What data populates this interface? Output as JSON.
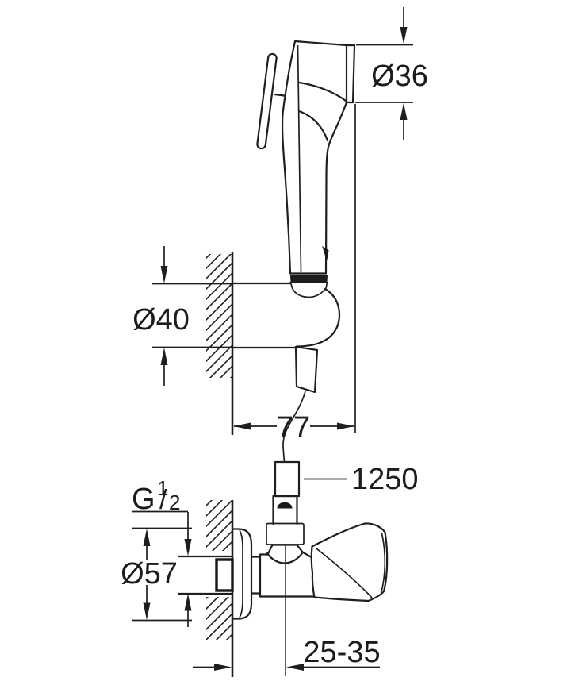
{
  "drawing": {
    "type": "installation-dimension-drawing",
    "colors": {
      "line": "#1e1e1e",
      "background": "#ffffff",
      "dark_fill": "#1a1a1a"
    },
    "dimensions": {
      "spray_face_diameter": "Ø36",
      "holder_diameter": "Ø40",
      "holder_projection": "77",
      "hose_length": "1250",
      "thread_letter": "G",
      "thread_numerator": "1",
      "thread_slash": "/",
      "thread_denominator": "2",
      "escutcheon_diameter": "Ø57",
      "wall_distance_range": "25-35"
    }
  }
}
